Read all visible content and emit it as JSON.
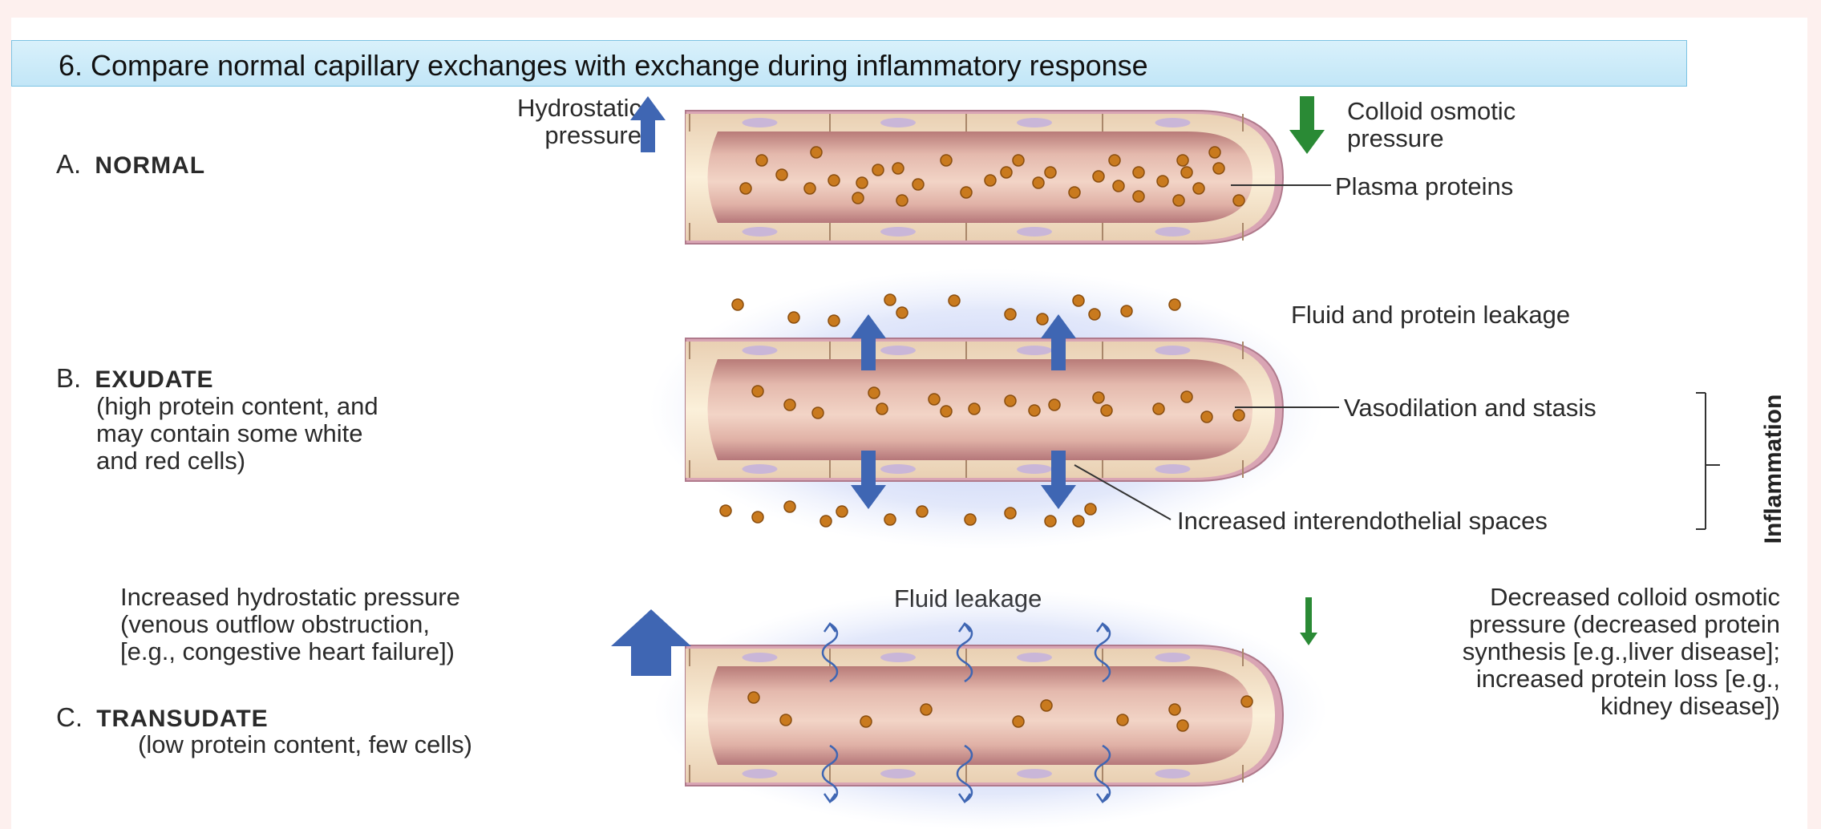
{
  "title": "6. Compare normal capillary exchanges with exchange during inflammatory response",
  "sections": {
    "normal": {
      "letter": "A.",
      "name": "NORMAL"
    },
    "exudate": {
      "letter": "B.",
      "name": "EXUDATE",
      "desc": [
        "(high protein content, and",
        "may contain some white",
        "and red cells)"
      ]
    },
    "transudate": {
      "letter": "C.",
      "name": "TRANSUDATE",
      "desc": [
        "(low protein content, few cells)"
      ]
    }
  },
  "labels": {
    "hydrostatic": [
      "Hydrostatic",
      "pressure"
    ],
    "colloid": [
      "Colloid osmotic",
      "pressure"
    ],
    "plasma_proteins": "Plasma proteins",
    "fluid_protein_leakage": "Fluid and protein leakage",
    "vasodilation": "Vasodilation and stasis",
    "interendothelial": "Increased interendothelial spaces",
    "inflammation": "Inflammation",
    "increased_hydrostatic": [
      "Increased hydrostatic pressure",
      "(venous outflow obstruction,",
      "[e.g., congestive heart failure])"
    ],
    "fluid_leakage": "Fluid leakage",
    "decreased_colloid": [
      "Decreased colloid osmotic",
      "pressure (decreased protein",
      "synthesis [e.g.,liver disease];",
      "increased protein loss [e.g.,",
      "kidney disease])"
    ]
  },
  "colors": {
    "arrow_blue": "#3f66b3",
    "arrow_green": "#2a8a35",
    "vessel_lumen": "#c98e8a",
    "vessel_wall": "#f6e7c8",
    "protein": "#c97a1e",
    "halo": "#8fa6e8"
  },
  "icons": [
    "up-arrow-icon",
    "down-arrow-icon",
    "wavy-arrow-icon"
  ]
}
